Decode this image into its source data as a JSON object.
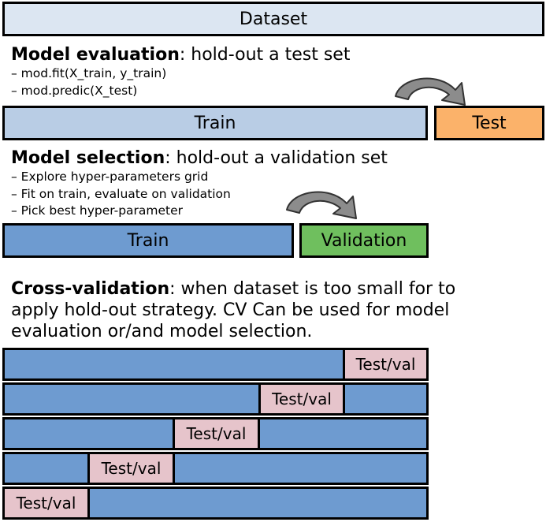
{
  "dataset_label": "Dataset",
  "evaluation": {
    "title_bold": "Model evaluation",
    "title_rest": ": hold-out a test set",
    "bullets": [
      "– mod.fit(X_train, y_train)",
      "– mod.predic(X_test)"
    ],
    "train_label": "Train",
    "test_label": "Test"
  },
  "selection": {
    "title_bold": "Model selection",
    "title_rest": ": hold-out a validation set",
    "bullets": [
      "– Explore hyper-parameters grid",
      "– Fit on train, evaluate on validation",
      "– Pick best hyper-parameter"
    ],
    "train_label": "Train",
    "validation_label": "Validation"
  },
  "cv": {
    "title_bold": "Cross-validation",
    "title_rest": ": when dataset is too small for to apply hold-out strategy. CV Can be used for model evaluation or/and model selection.",
    "folds": [
      {
        "label": "Test/val"
      },
      {
        "label": "Test/val"
      },
      {
        "label": "Test/val"
      },
      {
        "label": "Test/val"
      },
      {
        "label": "Test/val"
      }
    ]
  },
  "colors": {
    "dataset": "#dce6f2",
    "train_light": "#b9cde5",
    "test": "#fbb26a",
    "train_blue": "#6e9bd0",
    "validation": "#6fbf5e",
    "testval": "#e6c4cb",
    "arrow": "#8c8c8c"
  },
  "icons": [
    "curved-arrow-icon"
  ]
}
